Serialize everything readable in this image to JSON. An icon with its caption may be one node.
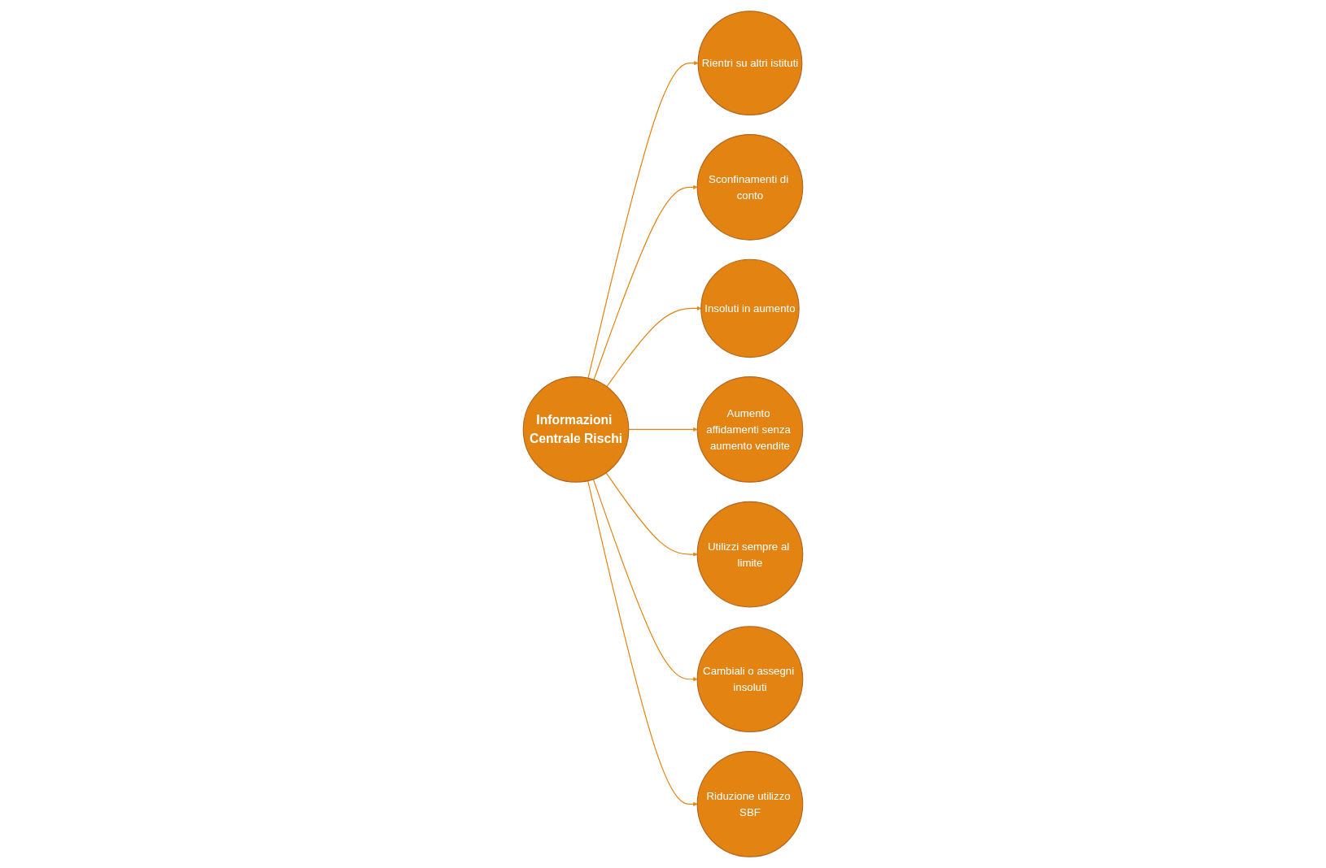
{
  "diagram": {
    "nodes": [
      {
        "text": [
          "Informazioni Centrale Rischi"
        ]
      },
      {
        "text": [
          "Rientri su altri istituti"
        ]
      },
      {
        "text": [
          "Sconfinamenti di conto"
        ]
      },
      {
        "text": [
          "Insoluti in aumento"
        ]
      },
      {
        "text": [
          "Utilizzi sempre al limite"
        ]
      },
      {
        "text": [
          "Aumento affidamenti senza aumento vendite"
        ]
      },
      {
        "text": [
          "Cambiali o assegni insoluti"
        ]
      },
      {
        "text": [
          "Riduzione utilizzo SBF"
        ]
      }
    ],
    "edges": [
      {
        "from": 0,
        "to": 1,
        "arrow": "to"
      },
      {
        "from": 0,
        "to": 2,
        "arrow": "to"
      },
      {
        "from": 0,
        "to": 3,
        "arrow": "to"
      },
      {
        "from": 0,
        "to": 5,
        "arrow": "to"
      },
      {
        "from": 0,
        "to": 4,
        "arrow": "to"
      },
      {
        "from": 0,
        "to": 6,
        "arrow": "to"
      },
      {
        "from": 0,
        "to": 7,
        "arrow": "to"
      }
    ]
  }
}
